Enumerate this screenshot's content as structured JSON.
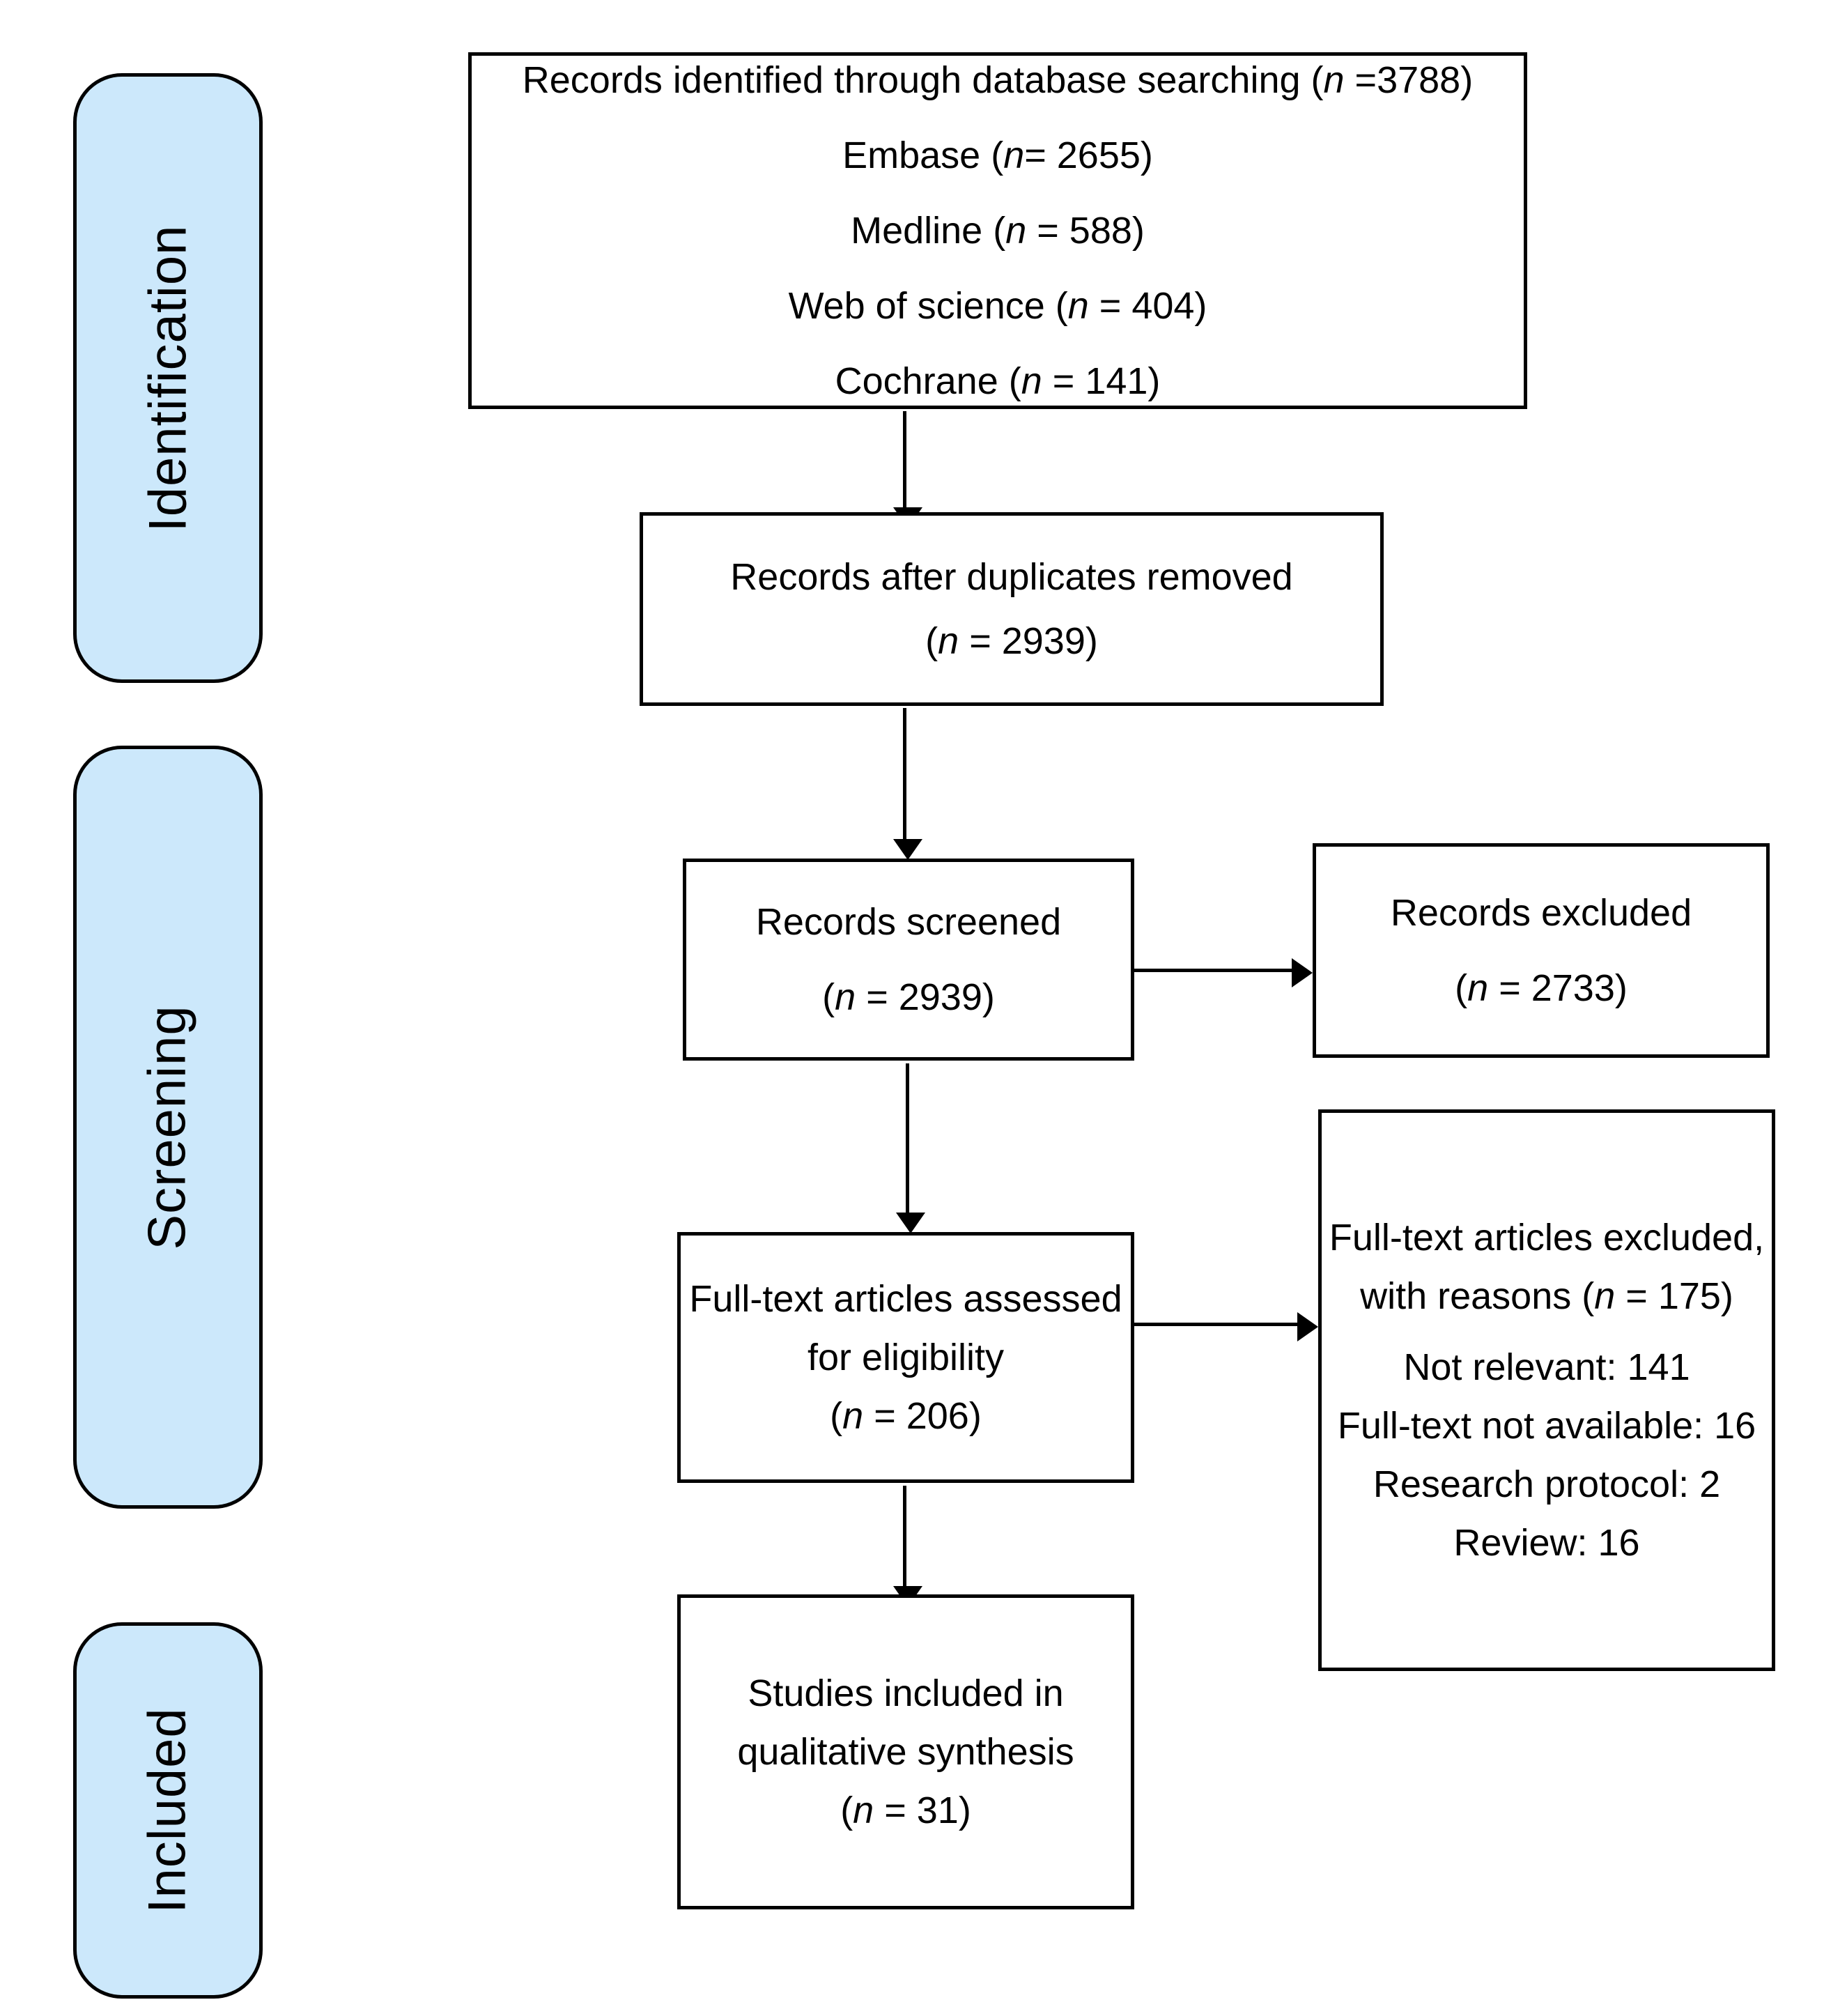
{
  "diagram": {
    "title": "PRISMA flow diagram",
    "accent_color": "#cce8fb",
    "line_color": "#000000",
    "background_color": "#ffffff"
  },
  "stages": [
    {
      "id": "identification",
      "label": "Identification"
    },
    {
      "id": "screening",
      "label": "Screening"
    },
    {
      "id": "included",
      "label": "Included"
    }
  ],
  "boxes": {
    "identified": {
      "lines": [
        {
          "text": "Records identified through database searching (",
          "n": "n",
          "tail": " =3788)"
        },
        {
          "text": "Embase (",
          "n": "n",
          "tail": "= 2655)"
        },
        {
          "text": "Medline (",
          "n": "n",
          "tail": " = 588)"
        },
        {
          "text": "Web of science (",
          "n": "n",
          "tail": " = 404)"
        },
        {
          "text": "Cochrane (",
          "n": "n",
          "tail": " = 141)"
        }
      ],
      "l0_head": "Records identified through database searching (",
      "l0_n": "n",
      "l0_tail": " =3788)",
      "l1_head": "Embase (",
      "l1_n": "n",
      "l1_tail": "= 2655)",
      "l2_head": "Medline (",
      "l2_n": "n",
      "l2_tail": " = 588)",
      "l3_head": "Web of science (",
      "l3_n": "n",
      "l3_tail": " = 404)",
      "l4_head": "Cochrane (",
      "l4_n": "n",
      "l4_tail": " = 141)"
    },
    "duplicates_removed": {
      "l0": "Records after duplicates removed",
      "l1_head": "(",
      "l1_n": "n",
      "l1_tail": " = 2939)"
    },
    "records_screened": {
      "l0": "Records screened",
      "l1_head": "(",
      "l1_n": "n",
      "l1_tail": " = 2939)"
    },
    "records_excluded": {
      "l0": "Records excluded",
      "l1_head": "(",
      "l1_n": "n",
      "l1_tail": " = 2733)"
    },
    "fulltext_assessed": {
      "l0": "Full-text articles assessed",
      "l1": "for eligibility",
      "l2_head": "(",
      "l2_n": "n",
      "l2_tail": " = 206)"
    },
    "fulltext_excluded": {
      "l0": "Full-text articles excluded,",
      "l1_head": "with reasons (",
      "l1_n": "n",
      "l1_tail": " = 175)",
      "reasons": [
        "Not relevant: 141",
        "Full-text not available: 16",
        "Research protocol: 2",
        "Review: 16"
      ],
      "r0": "Not relevant: 141",
      "r1": "Full-text not available: 16",
      "r2": "Research protocol: 2",
      "r3": "Review: 16"
    },
    "studies_included": {
      "l0": "Studies included in",
      "l1": "qualitative synthesis",
      "l2_head": "(",
      "l2_n": "n",
      "l2_tail": " = 31)"
    }
  },
  "chart_data": {
    "type": "table",
    "title": "PRISMA study selection flow",
    "stages": [
      "Identification",
      "Screening",
      "Included"
    ],
    "nodes": [
      {
        "id": "identified",
        "stage": "Identification",
        "label": "Records identified through database searching",
        "n": 3788
      },
      {
        "id": "embase",
        "stage": "Identification",
        "label": "Embase",
        "n": 2655
      },
      {
        "id": "medline",
        "stage": "Identification",
        "label": "Medline",
        "n": 588
      },
      {
        "id": "web_of_science",
        "stage": "Identification",
        "label": "Web of science",
        "n": 404
      },
      {
        "id": "cochrane",
        "stage": "Identification",
        "label": "Cochrane",
        "n": 141
      },
      {
        "id": "duplicates_removed",
        "stage": "Identification",
        "label": "Records after duplicates removed",
        "n": 2939
      },
      {
        "id": "records_screened",
        "stage": "Screening",
        "label": "Records screened",
        "n": 2939
      },
      {
        "id": "records_excluded",
        "stage": "Screening",
        "label": "Records excluded",
        "n": 2733
      },
      {
        "id": "fulltext_assessed",
        "stage": "Screening",
        "label": "Full-text articles assessed for eligibility",
        "n": 206
      },
      {
        "id": "fulltext_excluded",
        "stage": "Screening",
        "label": "Full-text articles excluded, with reasons",
        "n": 175
      },
      {
        "id": "studies_included",
        "stage": "Included",
        "label": "Studies included in qualitative synthesis",
        "n": 31
      }
    ],
    "exclusion_reasons": [
      {
        "reason": "Not relevant",
        "n": 141
      },
      {
        "reason": "Full-text not available",
        "n": 16
      },
      {
        "reason": "Research protocol",
        "n": 2
      },
      {
        "reason": "Review",
        "n": 16
      }
    ],
    "edges": [
      {
        "from": "identified",
        "to": "duplicates_removed",
        "direction": "down"
      },
      {
        "from": "duplicates_removed",
        "to": "records_screened",
        "direction": "down"
      },
      {
        "from": "records_screened",
        "to": "records_excluded",
        "direction": "right"
      },
      {
        "from": "records_screened",
        "to": "fulltext_assessed",
        "direction": "down"
      },
      {
        "from": "fulltext_assessed",
        "to": "fulltext_excluded",
        "direction": "right"
      },
      {
        "from": "fulltext_assessed",
        "to": "studies_included",
        "direction": "down"
      }
    ]
  }
}
